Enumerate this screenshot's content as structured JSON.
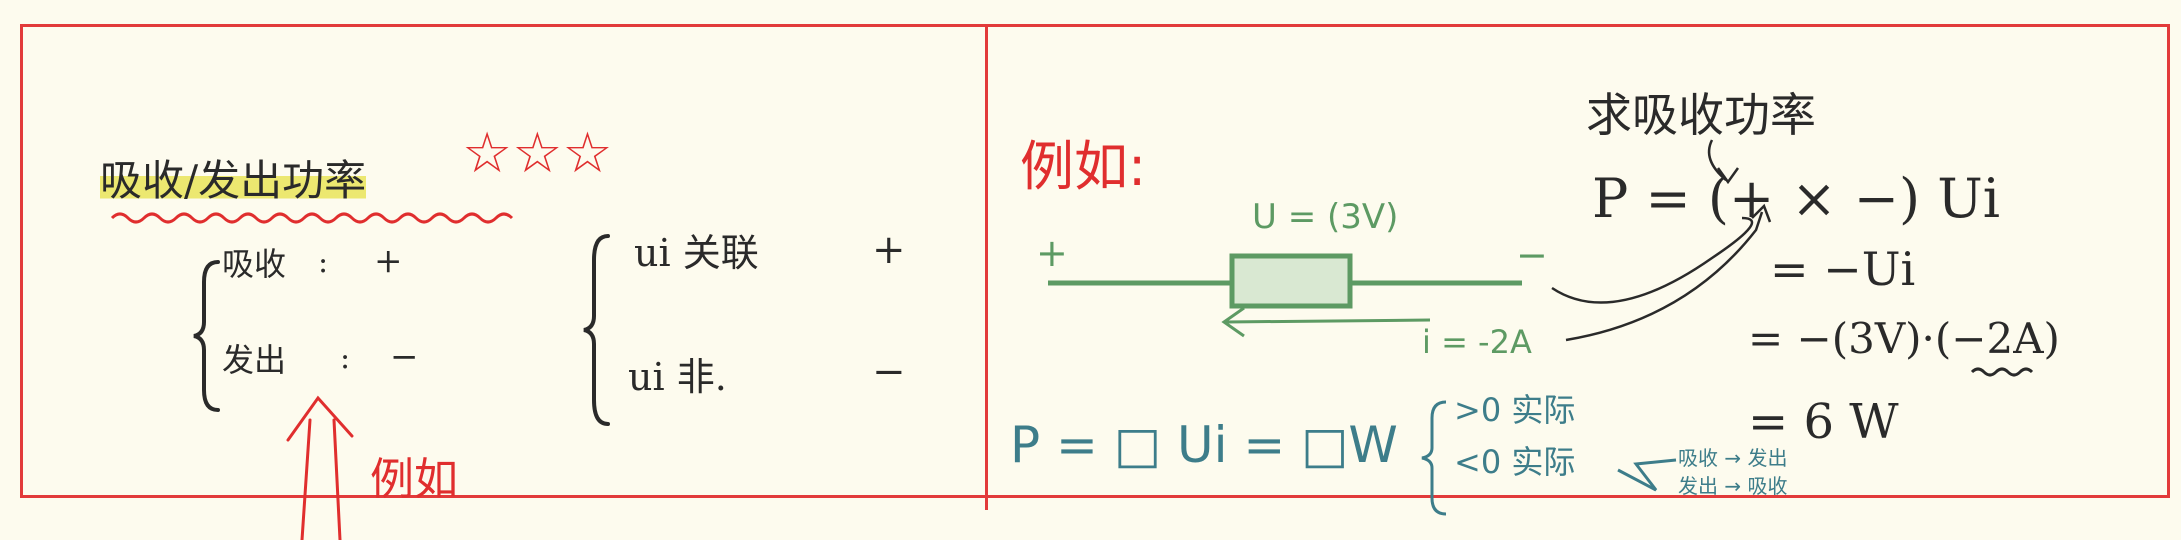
{
  "left": {
    "heading": "吸收/发出功率",
    "stars": "☆☆☆",
    "absorb_label": "吸收",
    "absorb_colon": ":",
    "absorb_sign": "+",
    "emit_label": "发出",
    "emit_colon": ":",
    "emit_sign": "−",
    "assoc_label": "ui 关联",
    "assoc_sign": "+",
    "nonassoc_label": "ui 非.",
    "nonassoc_sign": "−",
    "example_label": "例如"
  },
  "right": {
    "example_label": "例如:",
    "plus_terminal": "+",
    "minus_terminal": "−",
    "voltage_label": "U = (3V)",
    "current_label": "i = -2A",
    "question": "求吸收功率",
    "step1": "P = (+ × −) Ui",
    "step2": "= −Ui",
    "step3": "= −(3V)·(−2A)",
    "step4": "= 6 W",
    "formula_p": "P = □ Ui = □W",
    "case_pos": ">0   实际",
    "case_neg": "<0   实际",
    "mapping_1": "吸收 → 发出",
    "mapping_2": "发出 → 吸收"
  },
  "colors": {
    "border": "#e23a3a",
    "ink": "#2a2a2a",
    "red_ink": "#e02e2e",
    "green_ink": "#5d9a63",
    "teal_ink": "#3d7d8a",
    "highlight": "#e9e45a",
    "paper": "#fdfbee"
  }
}
